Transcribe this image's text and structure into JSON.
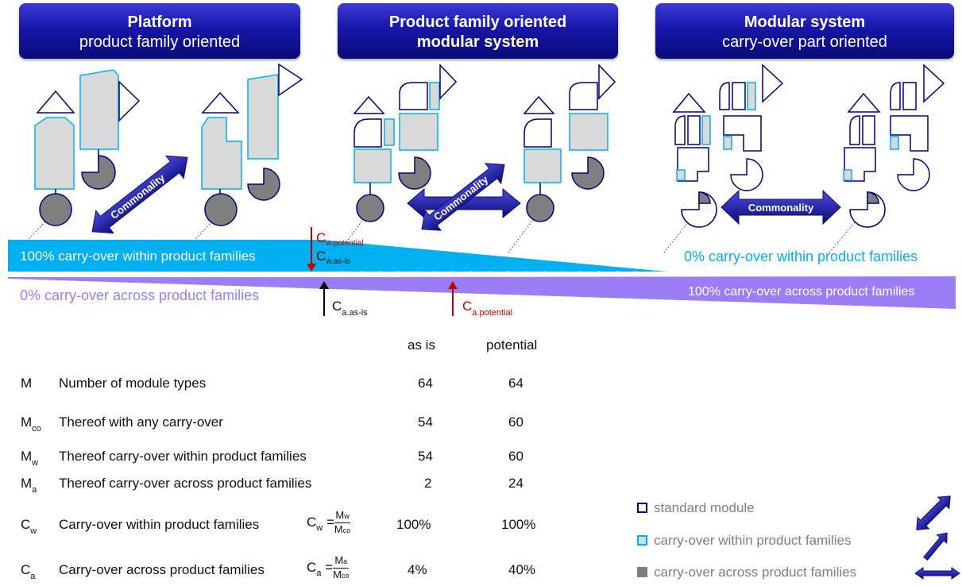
{
  "headers": [
    {
      "line1": "Platform",
      "line2": "product family oriented"
    },
    {
      "line1": "Product family oriented",
      "line2": "modular system"
    },
    {
      "line1": "Modular system",
      "line2": "carry-over part oriented"
    }
  ],
  "commonality_labels": [
    "Commonality",
    "Commonality",
    "Commonality"
  ],
  "scale": {
    "within_left": "100% carry-over within product families",
    "within_right": "0% carry-over within product families",
    "across_left": "0% carry-over across product families",
    "across_right": "100% carry-over across product families",
    "markers": {
      "cw_potential": {
        "base": "C",
        "sub": "w.potential"
      },
      "cw_as_is": {
        "base": "C",
        "sub": "w.as-is"
      },
      "ca_as_is": {
        "base": "C",
        "sub": "a.as-is"
      },
      "ca_potential": {
        "base": "C",
        "sub": "a.potential"
      }
    }
  },
  "table": {
    "col_as_is": "as is",
    "col_potential": "potential",
    "rows": [
      {
        "sym": "M",
        "sub": "",
        "label": "Number of module types",
        "as_is": "64",
        "potential": "64"
      },
      {
        "sym": "M",
        "sub": "co",
        "label": "Thereof with any carry-over",
        "as_is": "54",
        "potential": "60"
      },
      {
        "sym": "M",
        "sub": "w",
        "label": "Thereof  carry-over within product families",
        "as_is": "54",
        "potential": "60"
      },
      {
        "sym": "M",
        "sub": "a",
        "label": "Thereof carry-over across product families",
        "as_is": "2",
        "potential": "24"
      },
      {
        "sym": "C",
        "sub": "w",
        "label": "Carry-over within product families",
        "as_is": "100%",
        "potential": "100%",
        "formula": {
          "lhs": "C",
          "lhs_sub": "w",
          "num": "M",
          "num_sub": "w",
          "den": "M",
          "den_sub": "co"
        }
      },
      {
        "sym": "C",
        "sub": "a",
        "label": "Carry-over across product families",
        "as_is": "4%",
        "potential": "40%",
        "formula": {
          "lhs": "C",
          "lhs_sub": "a",
          "num": "M",
          "num_sub": "a",
          "den": "M",
          "den_sub": "co"
        }
      }
    ]
  },
  "legend": [
    {
      "label": "standard module",
      "icon": "standard-module-icon"
    },
    {
      "label": "carry-over within product families",
      "icon": "carry-over-within-icon"
    },
    {
      "label": "carry-over across product families",
      "icon": "carry-over-across-icon"
    }
  ],
  "colors": {
    "navy": "#000080",
    "header": "#1616a8",
    "cyan": "#00b0f0",
    "violet": "#9b7ef5",
    "grey_fill": "#d9d9d9",
    "dark_grey": "#7f7f7f",
    "red": "#c00000"
  }
}
